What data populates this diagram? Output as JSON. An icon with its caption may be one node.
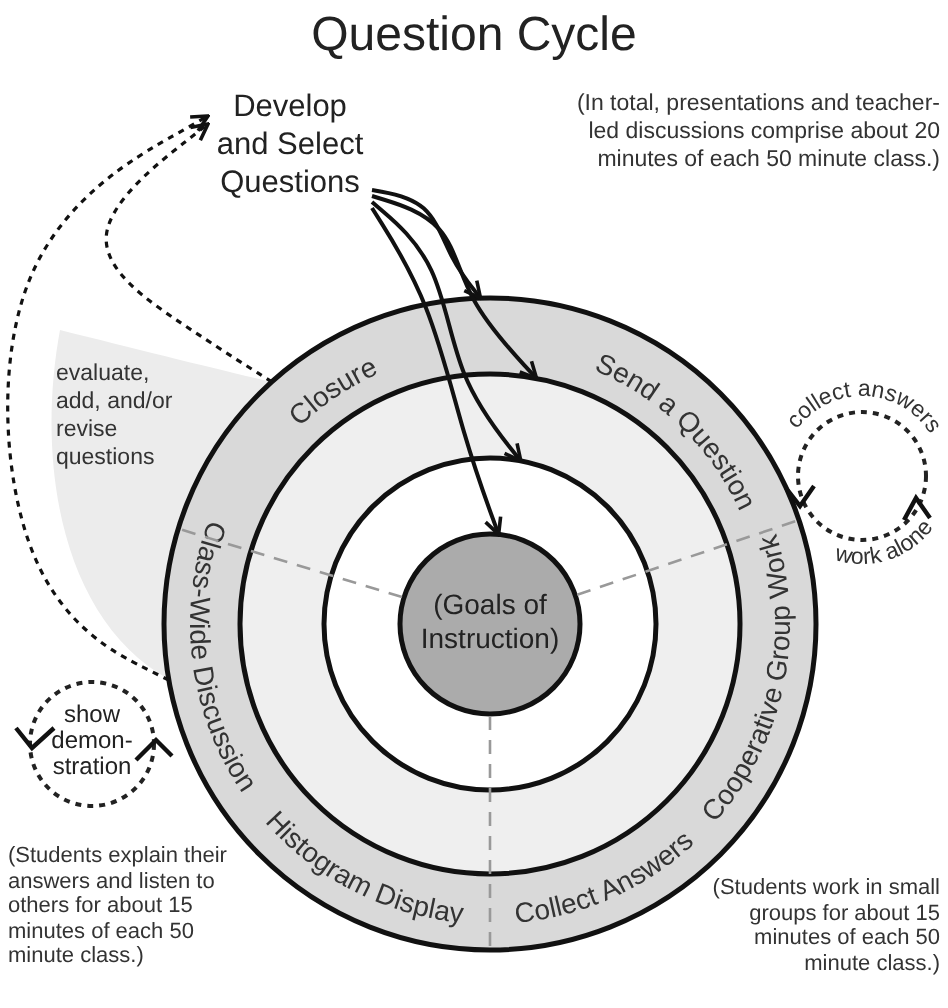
{
  "diagram": {
    "title": "Question Cycle",
    "nodes": [
      {
        "text": [
          "Develop and Select Questions"
        ]
      },
      {
        "text": [
          "Closure",
          "Send a Question",
          "Cooperative Group Work",
          "Histogram Display",
          "Collect Answers",
          "Class-Wide Discussion"
        ]
      },
      {
        "text": [],
        "shape": "circle",
        "in": 1
      },
      {
        "text": [],
        "shape": "circle",
        "in": 2
      },
      {
        "text": [
          "(Goals of Instruction)"
        ],
        "in": 3
      },
      {
        "text": [
          "collect answers",
          "work alone"
        ]
      },
      {
        "text": [
          "show demon- stration"
        ]
      }
    ],
    "edges": [
      {
        "from": 0,
        "to": 1,
        "arrow": "to"
      },
      {
        "from": 0,
        "to": 2,
        "arrow": "to"
      },
      {
        "from": 0,
        "to": 3,
        "arrow": "to"
      },
      {
        "from": 0,
        "to": 4,
        "arrow": "to"
      },
      {
        "from": 1,
        "to": 0,
        "arrow": "to",
        "style": "dashed"
      },
      {
        "from": 1,
        "to": 0,
        "arrow": "to",
        "style": "dashed"
      }
    ],
    "labels": [
      "(In total, presentations and teacher-led discussions comprise about 20 minutes of each 50 minute class.)",
      "evaluate, add, and/or revise questions",
      "(Students explain their answers and listen to others for about 15 minutes of each 50 minute class.)",
      "(Students work in small groups for about 15 minutes of each 50 minute class.)"
    ]
  }
}
